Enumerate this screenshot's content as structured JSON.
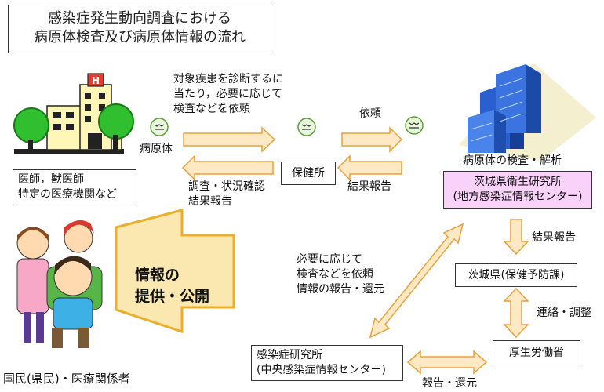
{
  "title": {
    "line1": "感染症発生動向調査における",
    "line2": "病原体検査及び病原体情報の流れ"
  },
  "texts": {
    "request_desc_1": "対象疾患を診断するに",
    "request_desc_2": "当たり，必要に応じて",
    "request_desc_3": "検査などを依頼",
    "pathogen": "病原体",
    "irai": "依頼",
    "kekka_hokoku": "結果報告",
    "chosa_1": "調査・状況確認",
    "chosa_2": "結果報告",
    "kensa_kaiseki": "病原体の検査・解析",
    "kekka_hokoku_2": "結果報告",
    "renraku": "連絡・調整",
    "hokoku_kangen": "報告・還元",
    "hitsuyo_1": "必要に応じて",
    "hitsuyo_2": "検査などを依頼",
    "hitsuyo_3": "情報の報告・還元",
    "kokumin": "国民(県民)・医療関係者",
    "joho_1": "情報の",
    "joho_2": "提供・公開"
  },
  "boxes": {
    "doctor_1": "医師，獣医師",
    "doctor_2": "特定の医療機関など",
    "hokenjo": "保健所",
    "institute_1": "茨城県衛生研究所",
    "institute_2": "(地方感染症情報センター)",
    "prefecture": "茨城県(保健予防課)",
    "ministry": "厚生労働省",
    "niid_1": "感染症研究所",
    "niid_2": "(中央感染症情報センター)"
  },
  "colors": {
    "arrow_fill": "#ffe8c4",
    "arrow_stroke": "#e6a23c",
    "institute_fill": "#f9d2f9",
    "callout_fill": "#fbe7b0",
    "callout_stroke": "#ebae2a"
  }
}
